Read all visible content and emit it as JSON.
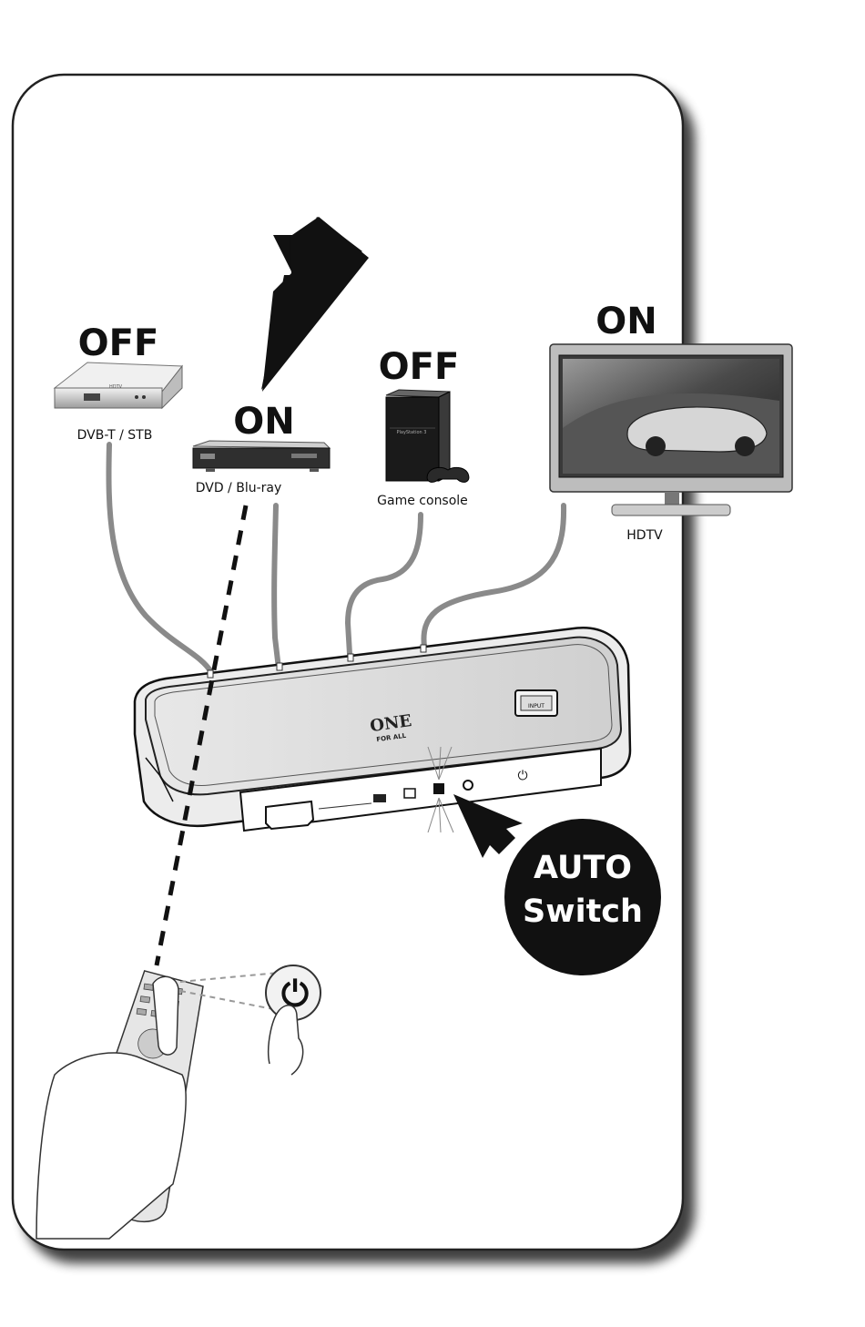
{
  "devices": {
    "dvb_stb": {
      "state": "OFF",
      "label": "DVB-T / STB",
      "badge": "HDTV"
    },
    "dvd_bluray": {
      "state": "ON",
      "label": "DVD / Blu-ray"
    },
    "game_console": {
      "state": "OFF",
      "label": "Game console",
      "brand": "PlayStation 3"
    },
    "hdtv": {
      "state": "ON",
      "label": "HDTV"
    }
  },
  "switcher": {
    "logo_line1": "ONE",
    "logo_line2": "FOR ALL",
    "input_button_label": "INPUT"
  },
  "callout": {
    "line1": "AUTO",
    "line2": "Switch"
  }
}
